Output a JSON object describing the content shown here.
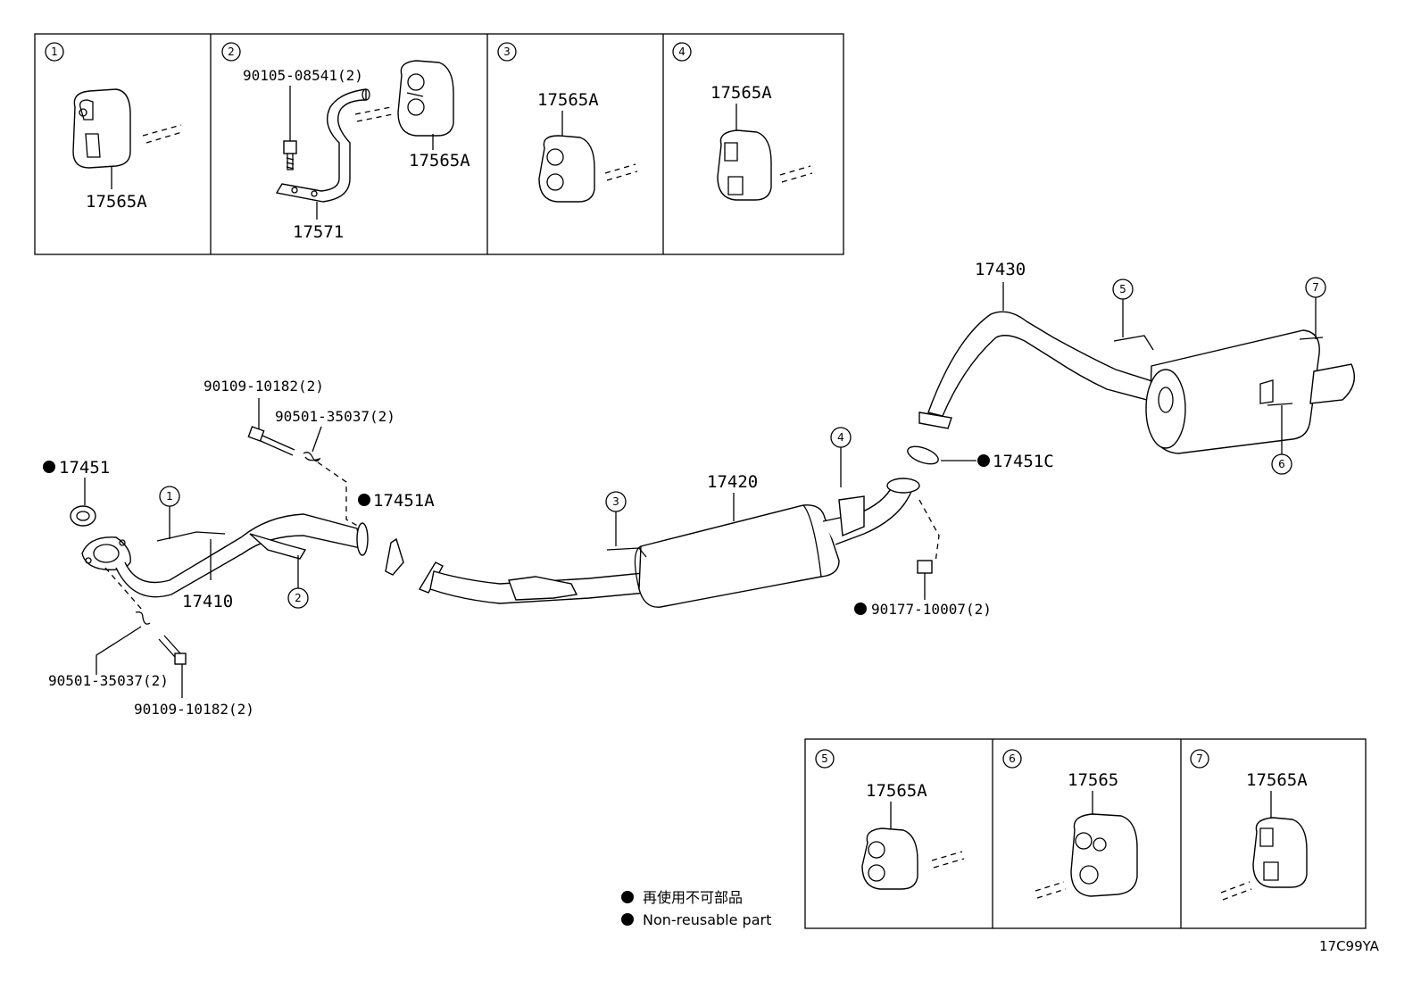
{
  "top_boxes": [
    {
      "num": "1",
      "parts": [
        "17565A"
      ]
    },
    {
      "num": "2",
      "parts": [
        "90105-08541(2)",
        "17565A",
        "17571"
      ]
    },
    {
      "num": "3",
      "parts": [
        "17565A"
      ]
    },
    {
      "num": "4",
      "parts": [
        "17565A"
      ]
    }
  ],
  "bottom_boxes": [
    {
      "num": "5",
      "parts": [
        "17565A"
      ]
    },
    {
      "num": "6",
      "parts": [
        "17565"
      ]
    },
    {
      "num": "7",
      "parts": [
        "17565A"
      ]
    }
  ],
  "main": {
    "bolt_upper": "90109-10182(2)",
    "spring_upper": "90501-35037(2)",
    "gasket_front": "17451",
    "gasket_mid": "17451A",
    "front_pipe": "17410",
    "spring_lower": "90501-35037(2)",
    "bolt_lower": "90109-10182(2)",
    "center_pipe": "17420",
    "nut": "90177-10007(2)",
    "gasket_rear": "17451C",
    "tail_pipe": "17430",
    "callouts": [
      "1",
      "2",
      "3",
      "4",
      "5",
      "6",
      "7"
    ]
  },
  "legend": {
    "jp": "再使用不可部品",
    "en": "Non-reusable part"
  },
  "diagram_code": "17C99YA"
}
